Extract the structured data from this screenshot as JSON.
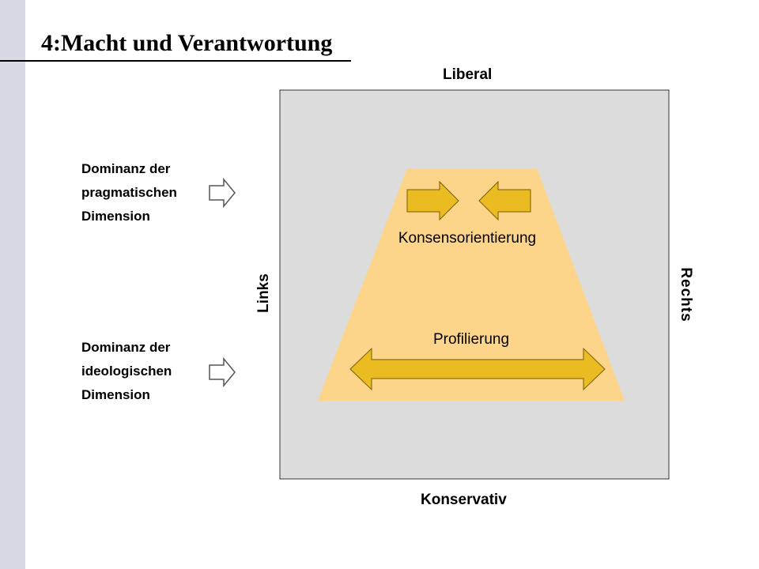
{
  "title": "4:Macht und Verantwortung",
  "axes": {
    "top": "Liberal",
    "bottom": "Konservativ",
    "left": "Links",
    "right": "Rechts"
  },
  "dimensions": {
    "pragmatic": [
      "Dominanz der",
      "pragmatischen",
      "Dimension"
    ],
    "ideological": [
      "Dominanz der",
      "ideologischen",
      "Dimension"
    ]
  },
  "inner": {
    "consensus_label": "Konsensorientierung",
    "profile_label": "Profilierung"
  },
  "colors": {
    "square": "#dcdcdc",
    "trapezoid": "#fdd58a",
    "arrow_fill": "#ebbb22",
    "arrow_stroke": "#7a5c00"
  },
  "icons": [
    "hollow-right-arrow-icon",
    "hollow-right-arrow-icon"
  ]
}
